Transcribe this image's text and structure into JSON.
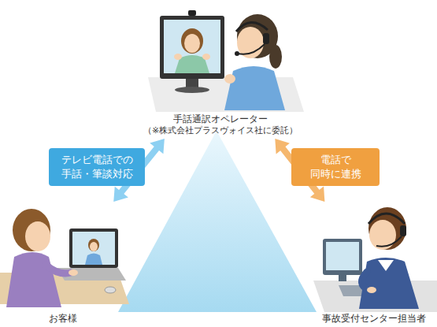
{
  "diagram": {
    "nodes": [
      {
        "text": [
          "手話通訳オペレーター",
          "（※株式会社プラスヴォイス社に委託）"
        ]
      },
      {
        "text": [
          "お客様"
        ]
      },
      {
        "text": [
          "事故受付センター担当者"
        ]
      }
    ],
    "edges": [
      {
        "from": 1,
        "to": 0,
        "arrow": "both",
        "label": "テレビ電話での 手話・筆談対応"
      },
      {
        "from": 0,
        "to": 2,
        "arrow": "both",
        "label": "電話で 同時に連携"
      }
    ]
  }
}
